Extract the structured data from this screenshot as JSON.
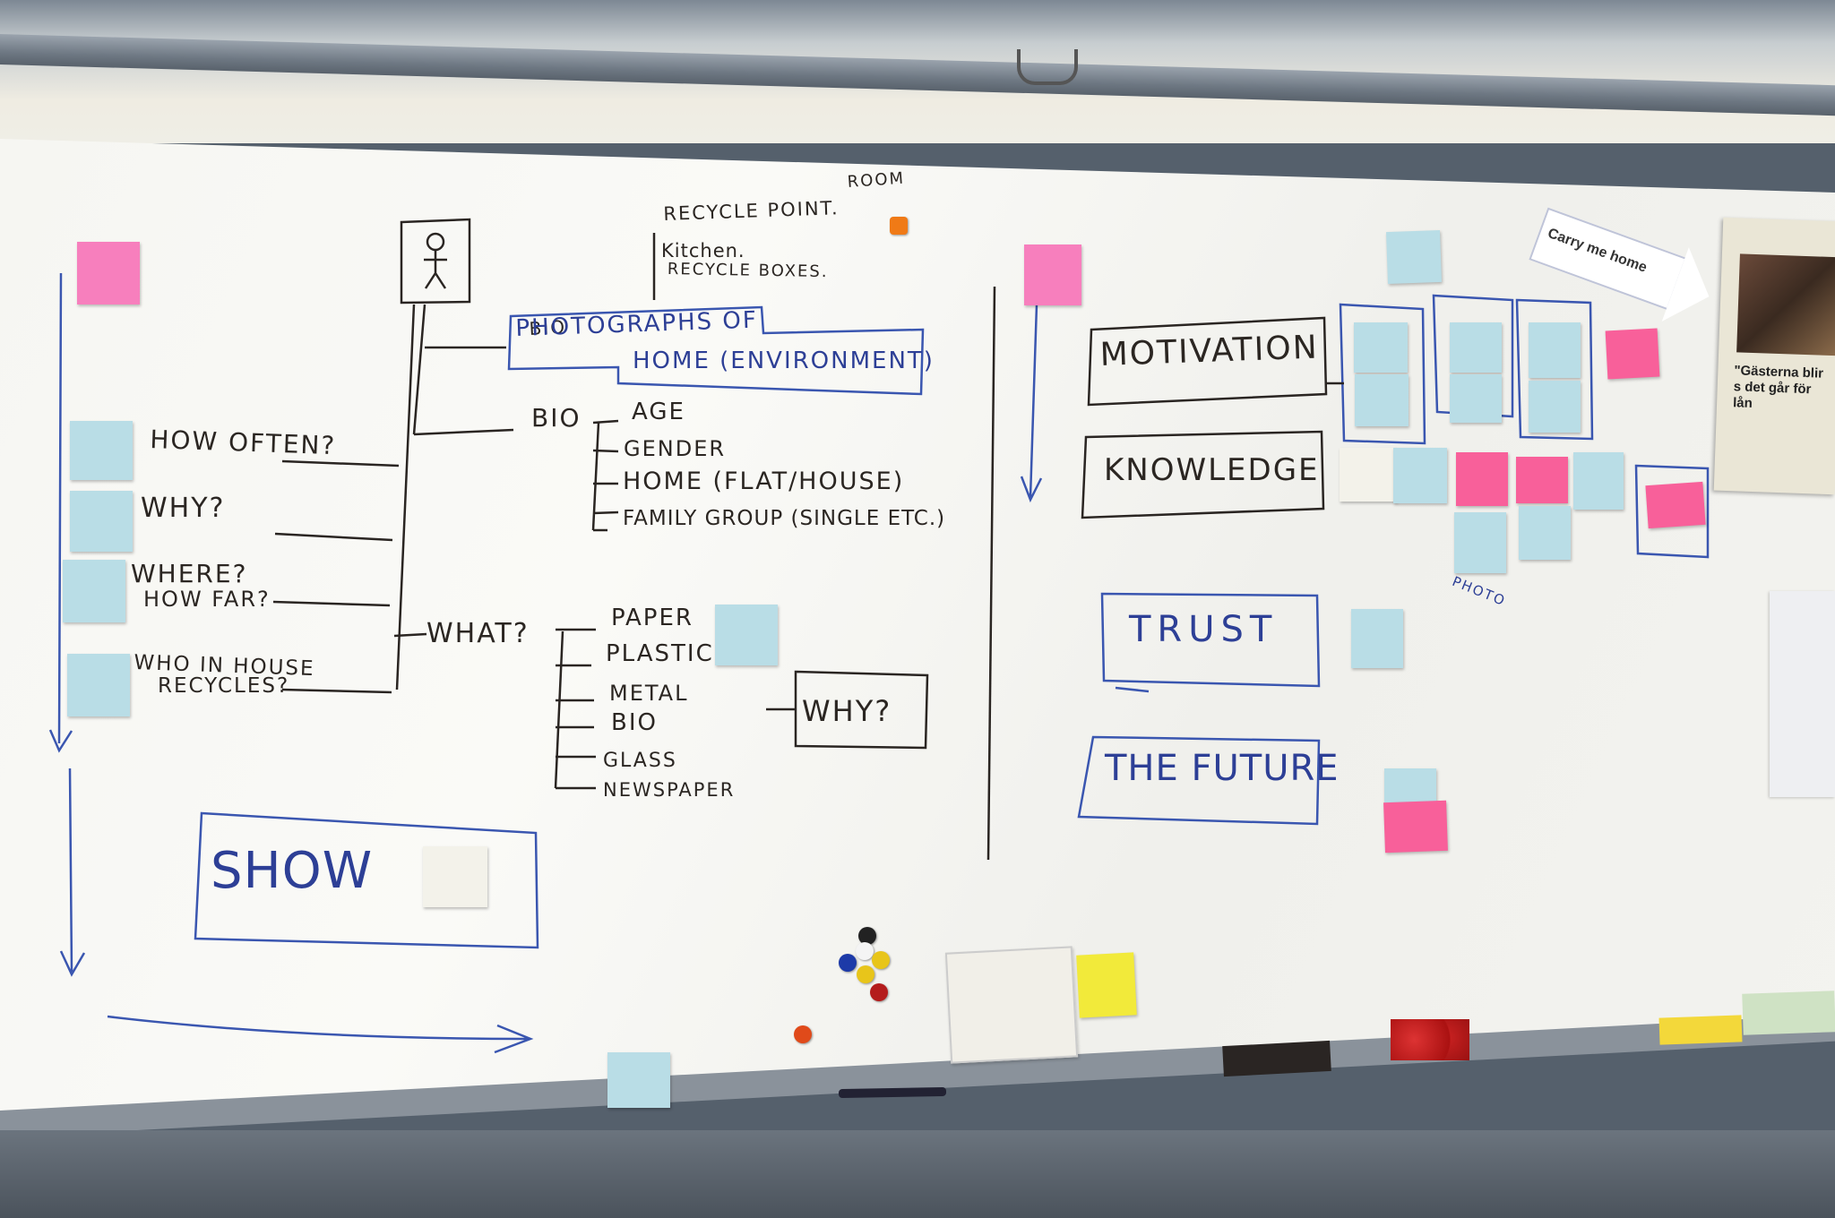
{
  "whiteboard": {
    "left_panel": {
      "questions": [
        "HOW OFTEN?",
        "WHY?",
        "WHERE?",
        "HOW FAR?",
        "WHO IN HOUSE",
        "RECYCLES?"
      ],
      "what_label": "WHAT?",
      "materials": [
        "PAPER",
        "PLASTIC",
        "METAL",
        "BIO",
        "GLASS",
        "NEWSPAPER"
      ],
      "why_box": "WHY?",
      "show_box": "SHOW"
    },
    "center_panel": {
      "room": "ROOM",
      "recycle_point": "RECYCLE  POINT.",
      "kitchen": "Kitchen.",
      "recycle_boxes": "RECYCLE BOXES.",
      "photo_line1": "PHOTOGRAPHS OF",
      "photo_line2": "HOME (ENVIRONMENT)",
      "bio": "BIO",
      "bio_items": [
        "AGE",
        "GENDER",
        "HOME (FLAT/HOUSE)",
        "FAMILY GROUP (SINGLE  ETC.)"
      ]
    },
    "right_panel": {
      "categories": [
        "MOTIVATION",
        "KNOWLEDGE",
        "TRUST",
        "THE FUTURE"
      ],
      "photo_label": "PHOTO",
      "sign": "Carry me home",
      "newspaper_headline": "\"Gästerna blir s det går för lån"
    }
  },
  "colors": {
    "ink_black": "#2b2622",
    "ink_blue": "#2d3f96",
    "note_pink": "#f77fbd",
    "note_blue": "#b9dde6",
    "note_yellow": "#f2ea3a"
  }
}
